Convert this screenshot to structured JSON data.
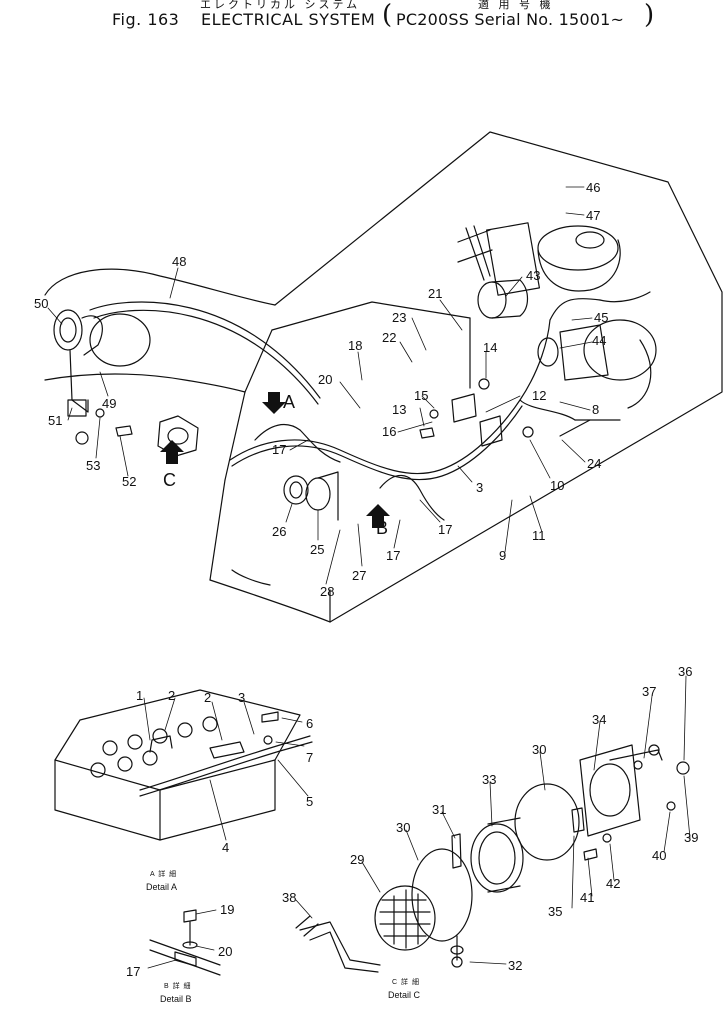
{
  "header": {
    "title_jp": "エレクトリカル システム",
    "fig_label": "Fig. 163",
    "title": "ELECTRICAL SYSTEM",
    "serial_jp": "適 用 号 機",
    "serial": "PC200SS Serial No. 15001~"
  },
  "details": {
    "a_jp": "A 詳 細",
    "a_en": "Detail A",
    "b_jp": "B 詳 細",
    "b_en": "Detail B",
    "c_jp": "C 詳 細",
    "c_en": "Detail C"
  },
  "view_arrows": {
    "a": "A",
    "b": "B",
    "c": "C"
  },
  "part_numbers": [
    "1",
    "2",
    "2",
    "3",
    "3",
    "4",
    "5",
    "6",
    "7",
    "8",
    "9",
    "10",
    "11",
    "12",
    "13",
    "14",
    "15",
    "16",
    "17",
    "17",
    "17",
    "17",
    "18",
    "19",
    "20",
    "20",
    "21",
    "22",
    "23",
    "24",
    "25",
    "26",
    "27",
    "28",
    "29",
    "30",
    "30",
    "31",
    "32",
    "33",
    "34",
    "35",
    "36",
    "37",
    "38",
    "39",
    "40",
    "41",
    "42",
    "43",
    "44",
    "45",
    "46",
    "47",
    "48",
    "49",
    "50",
    "51",
    "52",
    "53"
  ]
}
